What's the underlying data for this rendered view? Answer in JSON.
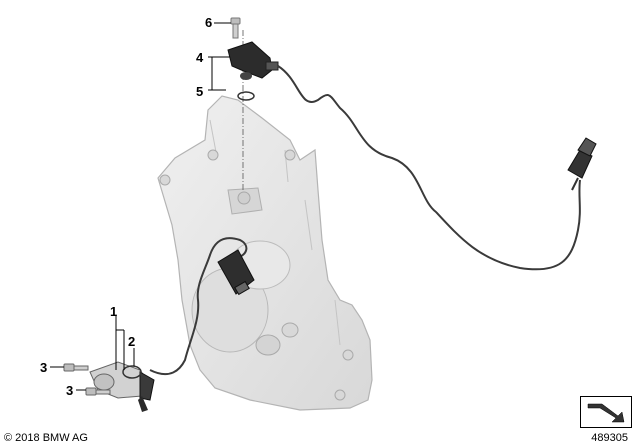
{
  "callouts": [
    {
      "id": "1",
      "label": "1"
    },
    {
      "id": "2",
      "label": "2"
    },
    {
      "id": "3a",
      "label": "3"
    },
    {
      "id": "3b",
      "label": "3"
    },
    {
      "id": "4",
      "label": "4"
    },
    {
      "id": "5",
      "label": "5"
    },
    {
      "id": "6",
      "label": "6"
    }
  ],
  "footer": {
    "copyright": "© 2018 BMW AG",
    "diagram_number": "489305"
  },
  "icons": {
    "orientation": "orientation-arrow-icon"
  },
  "colors": {
    "housing": "#e6e6e6",
    "housing_stroke": "#b4b4b4",
    "sensor": "#2c2c2c",
    "cable": "#3a3a3a"
  }
}
